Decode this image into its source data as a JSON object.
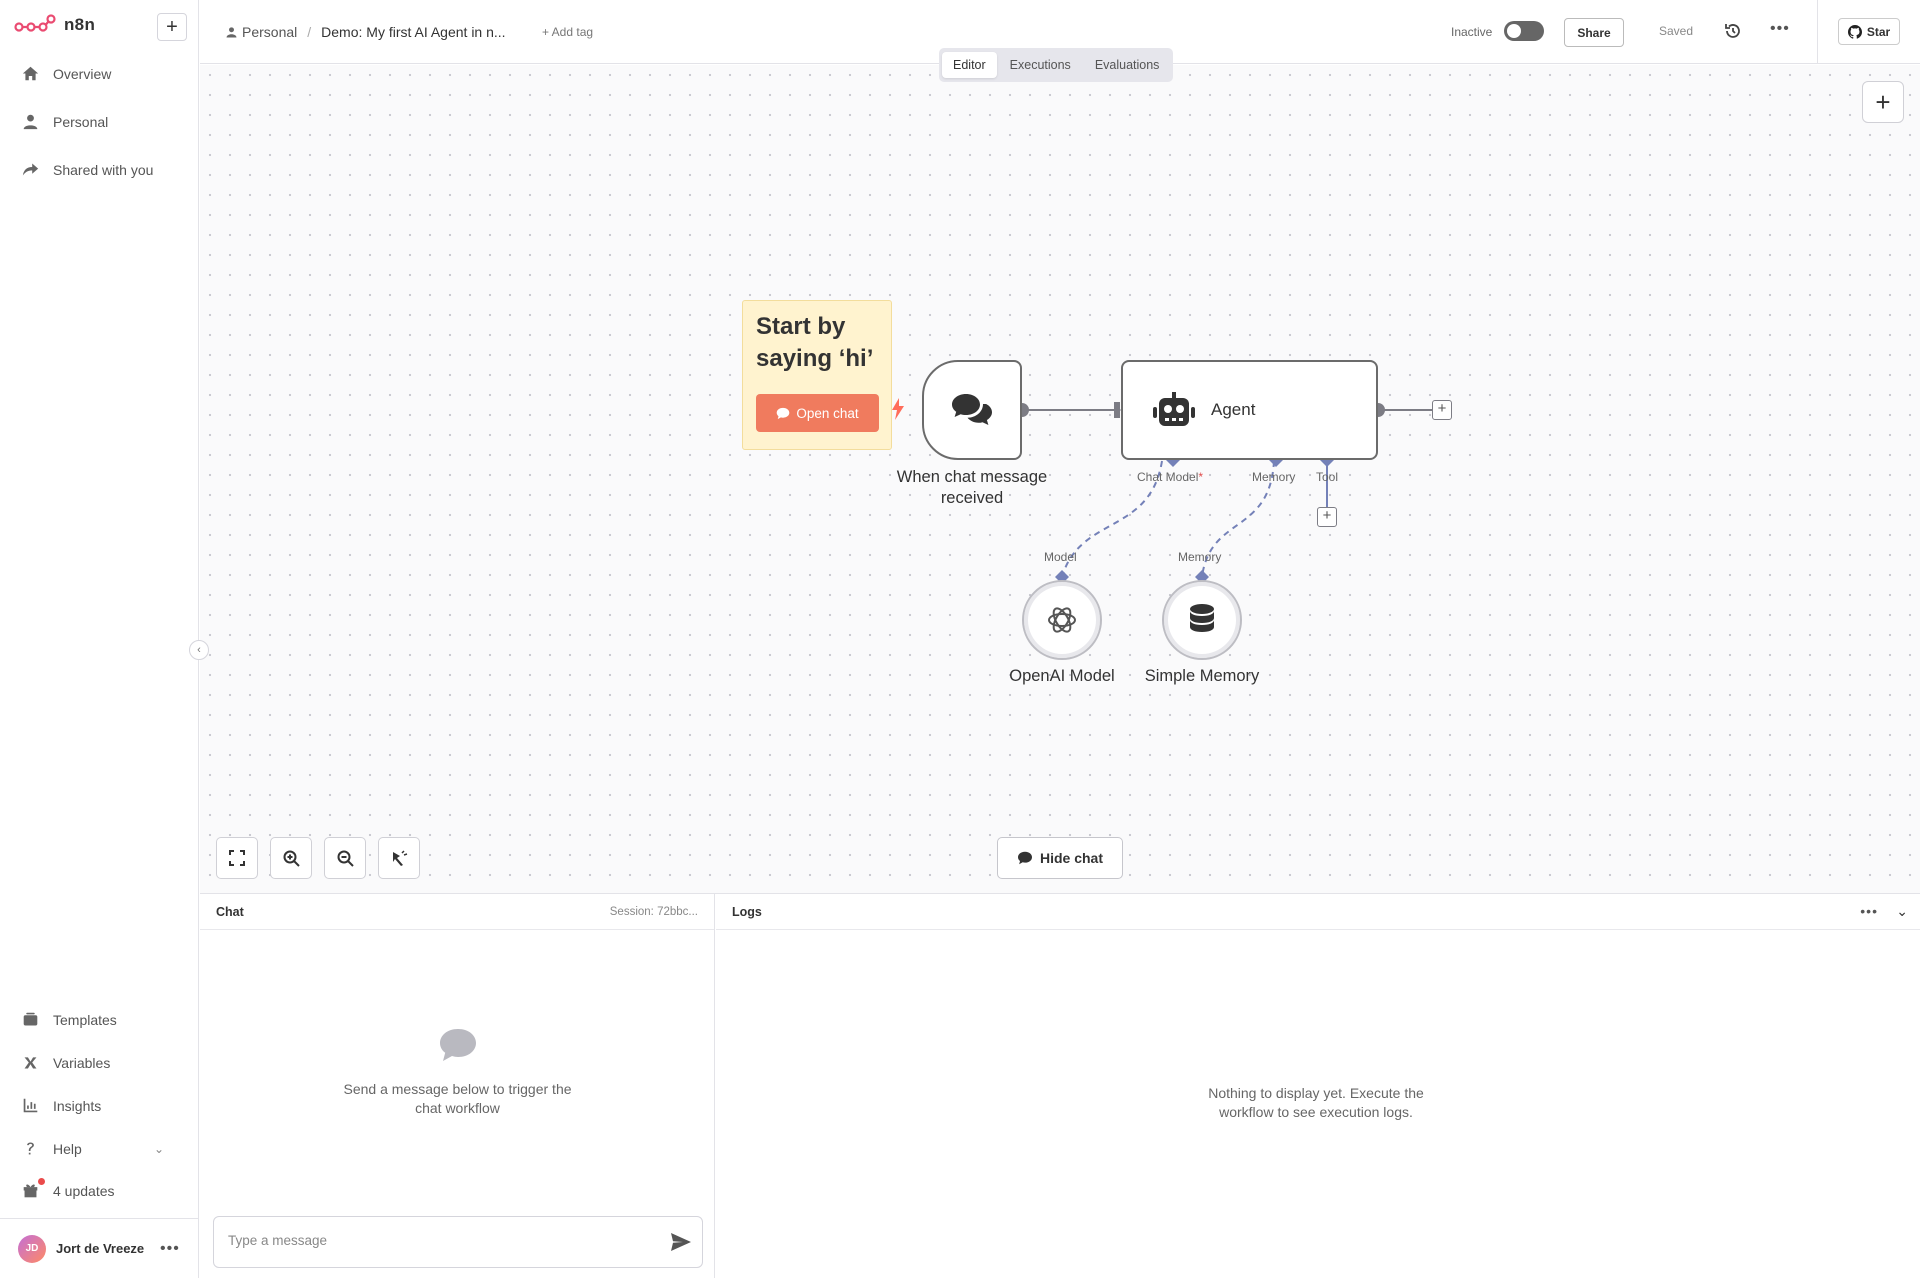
{
  "brand": {
    "name": "n8n",
    "accent": "#ea4b71"
  },
  "sidebar": {
    "new_button": "+",
    "items": [
      {
        "label": "Overview",
        "icon": "home-icon"
      },
      {
        "label": "Personal",
        "icon": "user-icon"
      },
      {
        "label": "Shared with you",
        "icon": "share-icon"
      }
    ],
    "bottom_items": [
      {
        "label": "Templates",
        "icon": "templates-icon"
      },
      {
        "label": "Variables",
        "icon": "variables-icon"
      },
      {
        "label": "Insights",
        "icon": "chart-icon"
      },
      {
        "label": "Help",
        "icon": "help-icon"
      },
      {
        "label": "4 updates",
        "icon": "gift-icon"
      }
    ],
    "user": {
      "initials": "JD",
      "name": "Jort de Vreeze"
    }
  },
  "header": {
    "project": "Personal",
    "workflow_name": "Demo: My first AI Agent in n...",
    "add_tag": "+ Add tag",
    "status": "Inactive",
    "share": "Share",
    "saved": "Saved",
    "star": "Star",
    "tabs": [
      "Editor",
      "Executions",
      "Evaluations"
    ],
    "active_tab": "Editor"
  },
  "canvas": {
    "sticky": {
      "title": "Start by saying ‘hi’",
      "button": "Open chat"
    },
    "trigger_node": {
      "label": "When chat message received"
    },
    "agent_node": {
      "label": "Agent",
      "inputs": [
        "Chat Model",
        "Memory",
        "Tool"
      ],
      "required_mark": "*"
    },
    "model_node": {
      "port": "Model",
      "label": "OpenAI Model"
    },
    "memory_node": {
      "port": "Memory",
      "label": "Simple Memory"
    },
    "hide_chat": "Hide chat"
  },
  "chat_panel": {
    "title": "Chat",
    "session": "Session: 72bbc...",
    "empty_text": "Send a message below to trigger the chat workflow",
    "input_placeholder": "Type a message"
  },
  "logs_panel": {
    "title": "Logs",
    "empty_text": "Nothing to display yet. Execute the workflow to see execution logs."
  },
  "colors": {
    "connection": "#7c7c84",
    "sub_connection": "#7481b8",
    "sticky_bg": "#fff3cf",
    "open_chat_btn": "#f07b5e",
    "trigger_bolt": "#ff6d5a"
  }
}
